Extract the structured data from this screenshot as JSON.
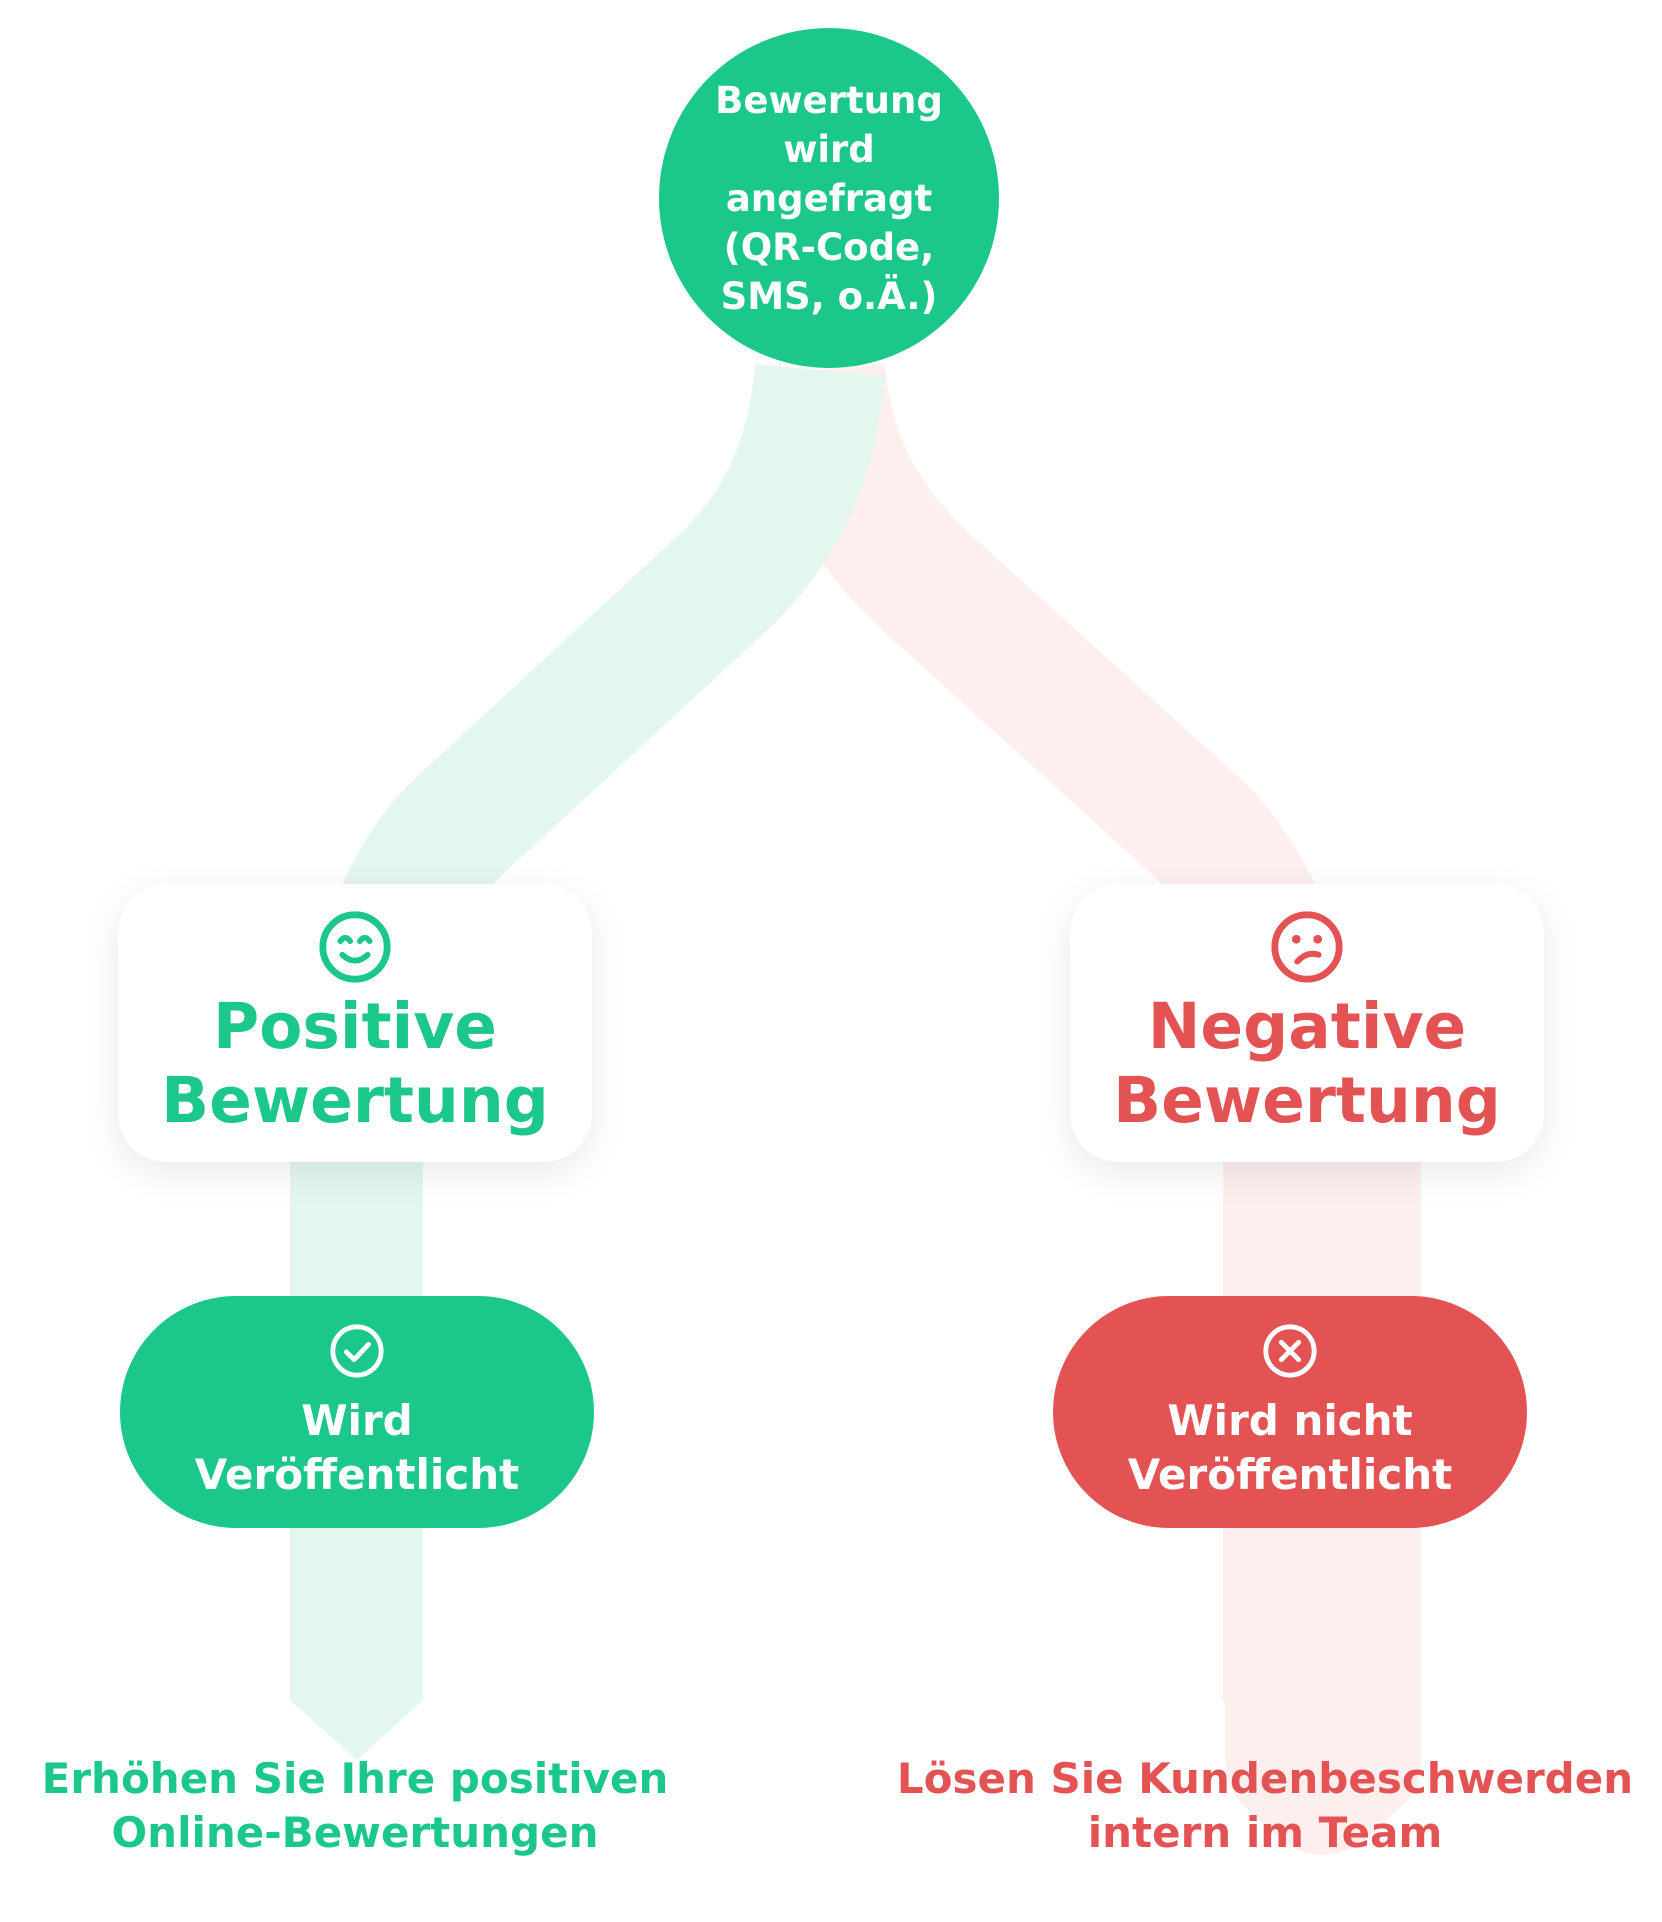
{
  "colors": {
    "positive": "#1cc78a",
    "negative": "#e45354",
    "positive_flow": "#e3f7ef",
    "negative_flow": "#fdefee"
  },
  "start": {
    "lines": [
      "Bewertung",
      "wird",
      "angefragt",
      "(QR-Code,",
      "SMS, o.Ä.)"
    ]
  },
  "positive": {
    "icon": "smile-face-icon",
    "title_lines": [
      "Positive",
      "Bewertung"
    ],
    "action_icon": "check-circle-icon",
    "action_lines": [
      "Wird",
      "Veröffentlicht"
    ],
    "outcome_lines": [
      "Erhöhen Sie Ihre positiven",
      "Online-Bewertungen"
    ]
  },
  "negative": {
    "icon": "confused-face-icon",
    "title_lines": [
      "Negative",
      "Bewertung"
    ],
    "action_icon": "x-circle-icon",
    "action_lines": [
      "Wird nicht",
      "Veröffentlicht"
    ],
    "outcome_lines": [
      "Lösen Sie Kundenbeschwerden",
      "intern im Team"
    ]
  }
}
